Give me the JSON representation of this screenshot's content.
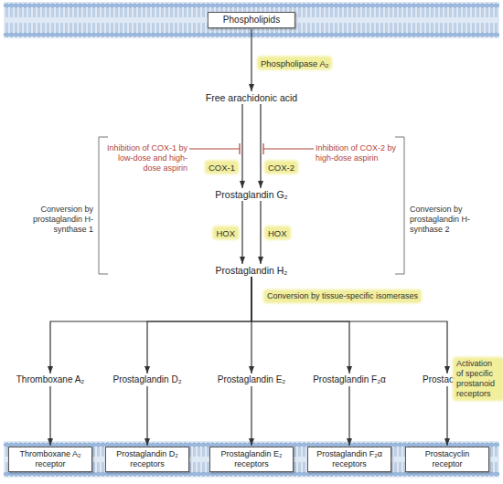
{
  "diagram": {
    "nodes": [
      {
        "text": [
          "Phospholipids"
        ]
      },
      {
        "text": [
          "Free arachidonic acid"
        ]
      },
      {
        "text": [
          "Prostaglandin G₂"
        ]
      },
      {
        "text": [
          "Prostaglandin H₂"
        ]
      },
      {
        "text": [
          "Thromboxane A₂"
        ]
      },
      {
        "text": [
          "Prostaglandin D₂"
        ]
      },
      {
        "text": [
          "Prostaglandin E₂"
        ]
      },
      {
        "text": [
          "Prostaglandin F₂α"
        ]
      },
      {
        "text": [
          "Prostacyclin"
        ]
      },
      {
        "text": [
          "Thromboxane A₂ receptor"
        ]
      },
      {
        "text": [
          "Prostaglandin D₂ receptors"
        ]
      },
      {
        "text": [
          "Prostaglandin E₂ receptors"
        ]
      },
      {
        "text": [
          "Prostaglandin F₂α receptors"
        ]
      },
      {
        "text": [
          "Prostacyclin receptor"
        ]
      }
    ],
    "edges": [
      {
        "from": 0,
        "to": 1,
        "arrow": "to",
        "label": "Phospholipase A₂"
      },
      {
        "from": 1,
        "to": 2,
        "arrow": "to",
        "label": "COX-1"
      },
      {
        "from": 1,
        "to": 2,
        "arrow": "to",
        "label": "COX-2"
      },
      {
        "from": 2,
        "to": 3,
        "arrow": "to",
        "label": "HOX"
      },
      {
        "from": 2,
        "to": 3,
        "arrow": "to",
        "label": "HOX"
      },
      {
        "from": 3,
        "to": 4,
        "arrow": "to"
      },
      {
        "from": 3,
        "to": 5,
        "arrow": "to"
      },
      {
        "from": 3,
        "to": 6,
        "arrow": "to"
      },
      {
        "from": 3,
        "to": 7,
        "arrow": "to"
      },
      {
        "from": 3,
        "to": 8,
        "arrow": "to"
      },
      {
        "from": 4,
        "to": 9,
        "arrow": "to"
      },
      {
        "from": 5,
        "to": 10,
        "arrow": "to"
      },
      {
        "from": 6,
        "to": 11,
        "arrow": "to"
      },
      {
        "from": 7,
        "to": 12,
        "arrow": "to"
      },
      {
        "from": 8,
        "to": 13,
        "arrow": "to"
      }
    ],
    "labels": [
      "Inhibition of COX-1 by low-dose and high-dose aspirin",
      "Inhibition of COX-2 by high-dose aspirin",
      "Conversion by prostaglandin H-synthase 1",
      "Conversion by prostaglandin H-synthase 2",
      "Conversion by tissue-specific isomerases",
      "Activation of specific prostanoid receptors"
    ]
  }
}
